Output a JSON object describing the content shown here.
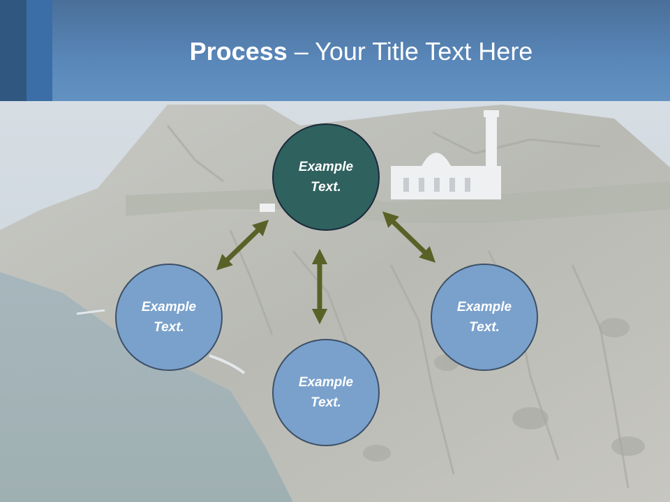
{
  "title": {
    "bold": "Process",
    "rest": " – Your Title Text Here"
  },
  "nodes": {
    "top": "Example Text.",
    "left": "Example Text.",
    "bottom": "Example Text.",
    "right": "Example Text."
  },
  "colors": {
    "header": "#5987b9",
    "primary_node": "#2f615f",
    "secondary_node": "#7aa1cc",
    "arrow": "#5a6127"
  },
  "icons": {
    "arrows": "double-headed-arrow"
  }
}
